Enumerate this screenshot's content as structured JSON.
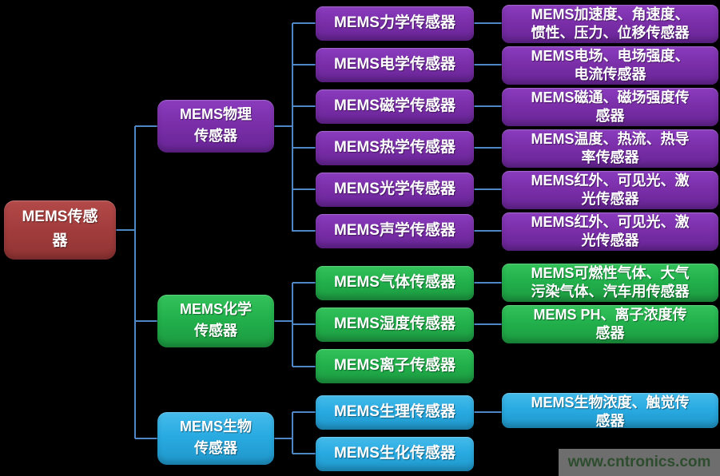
{
  "colors": {
    "background": "#000000",
    "root_box": "#A43D3D",
    "physical_box": "#7B2FA9",
    "chemical_box": "#22B14C",
    "biological_box": "#29ABE2",
    "connector_line": "#4E86C6",
    "node_text": "#FFFFFF",
    "watermark_bg": "#6E6E6E",
    "watermark_text": "#2E4D2E"
  },
  "tree": {
    "root": {
      "label": "MEMS传感\n器"
    },
    "branches": [
      {
        "label": "MEMS物理\n传感器",
        "children": [
          {
            "label": "MEMS力学传感器",
            "leaf": "MEMS加速度、角速度、\n惯性、压力、位移传感器"
          },
          {
            "label": "MEMS电学传感器",
            "leaf": "MEMS电场、电场强度、\n电流传感器"
          },
          {
            "label": "MEMS磁学传感器",
            "leaf": "MEMS磁通、磁场强度传\n感器"
          },
          {
            "label": "MEMS热学传感器",
            "leaf": "MEMS温度、热流、热导\n率传感器"
          },
          {
            "label": "MEMS光学传感器",
            "leaf": "MEMS红外、可见光、激\n光传感器"
          },
          {
            "label": "MEMS声学传感器",
            "leaf": "MEMS红外、可见光、激\n光传感器"
          }
        ]
      },
      {
        "label": "MEMS化学\n传感器",
        "children": [
          {
            "label": "MEMS气体传感器",
            "leaf": "MEMS可燃性气体、大气\n污染气体、汽车用传感器"
          },
          {
            "label": "MEMS湿度传感器",
            "leaf": "MEMS PH、离子浓度传\n感器"
          },
          {
            "label": "MEMS离子传感器"
          }
        ]
      },
      {
        "label": "MEMS生物\n传感器",
        "children": [
          {
            "label": "MEMS生理传感器",
            "leaf": "MEMS生物浓度、触觉传\n感器"
          },
          {
            "label": "MEMS生化传感器"
          }
        ]
      }
    ]
  },
  "watermark": {
    "text": "www.cntronics.com"
  }
}
